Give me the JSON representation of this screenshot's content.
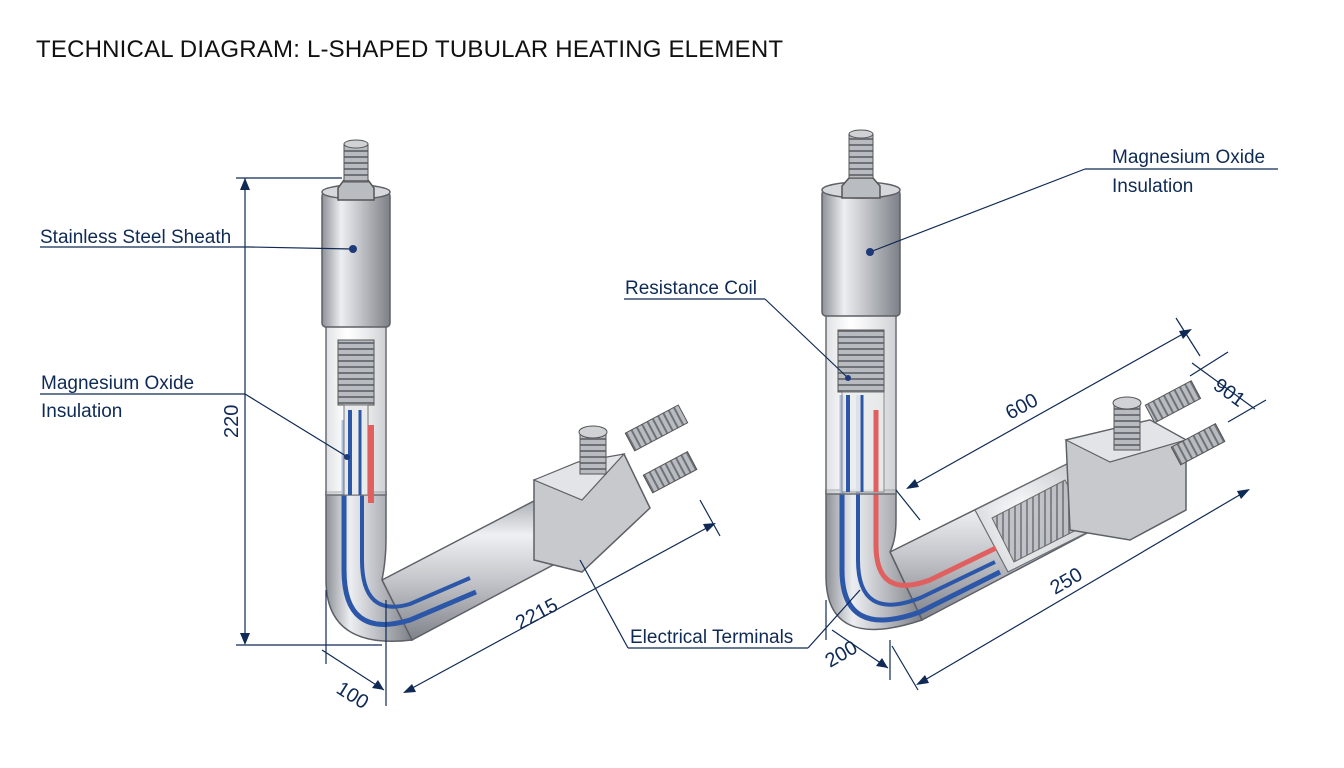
{
  "title": "TECHNICAL DIAGRAM: L-SHAPED TUBULAR HEATING ELEMENT",
  "left_view": {
    "labels": {
      "sheath": "Stainless Steel Sheath",
      "insulation_line1": "Magnesium Oxide",
      "insulation_line2": "Insulation"
    },
    "dims": {
      "height": "220",
      "diameter": "100",
      "length": "2215"
    }
  },
  "right_view": {
    "labels": {
      "insulation_line1": "Magnesium Oxide",
      "insulation_line2": "Insulation",
      "coil": "Resistance Coil",
      "terminals": "Electrical Terminals"
    },
    "dims": {
      "upper": "600",
      "terminal": "901",
      "lower": "250",
      "bend": "200"
    }
  },
  "colors": {
    "metal": "#c4c6cb",
    "wire_blue": "#2c56a8",
    "wire_red": "#e06060",
    "annotation": "#0f2a55"
  },
  "icons": [
    "hex-nut-icon",
    "threaded-stud-icon",
    "terminal-block-icon"
  ]
}
